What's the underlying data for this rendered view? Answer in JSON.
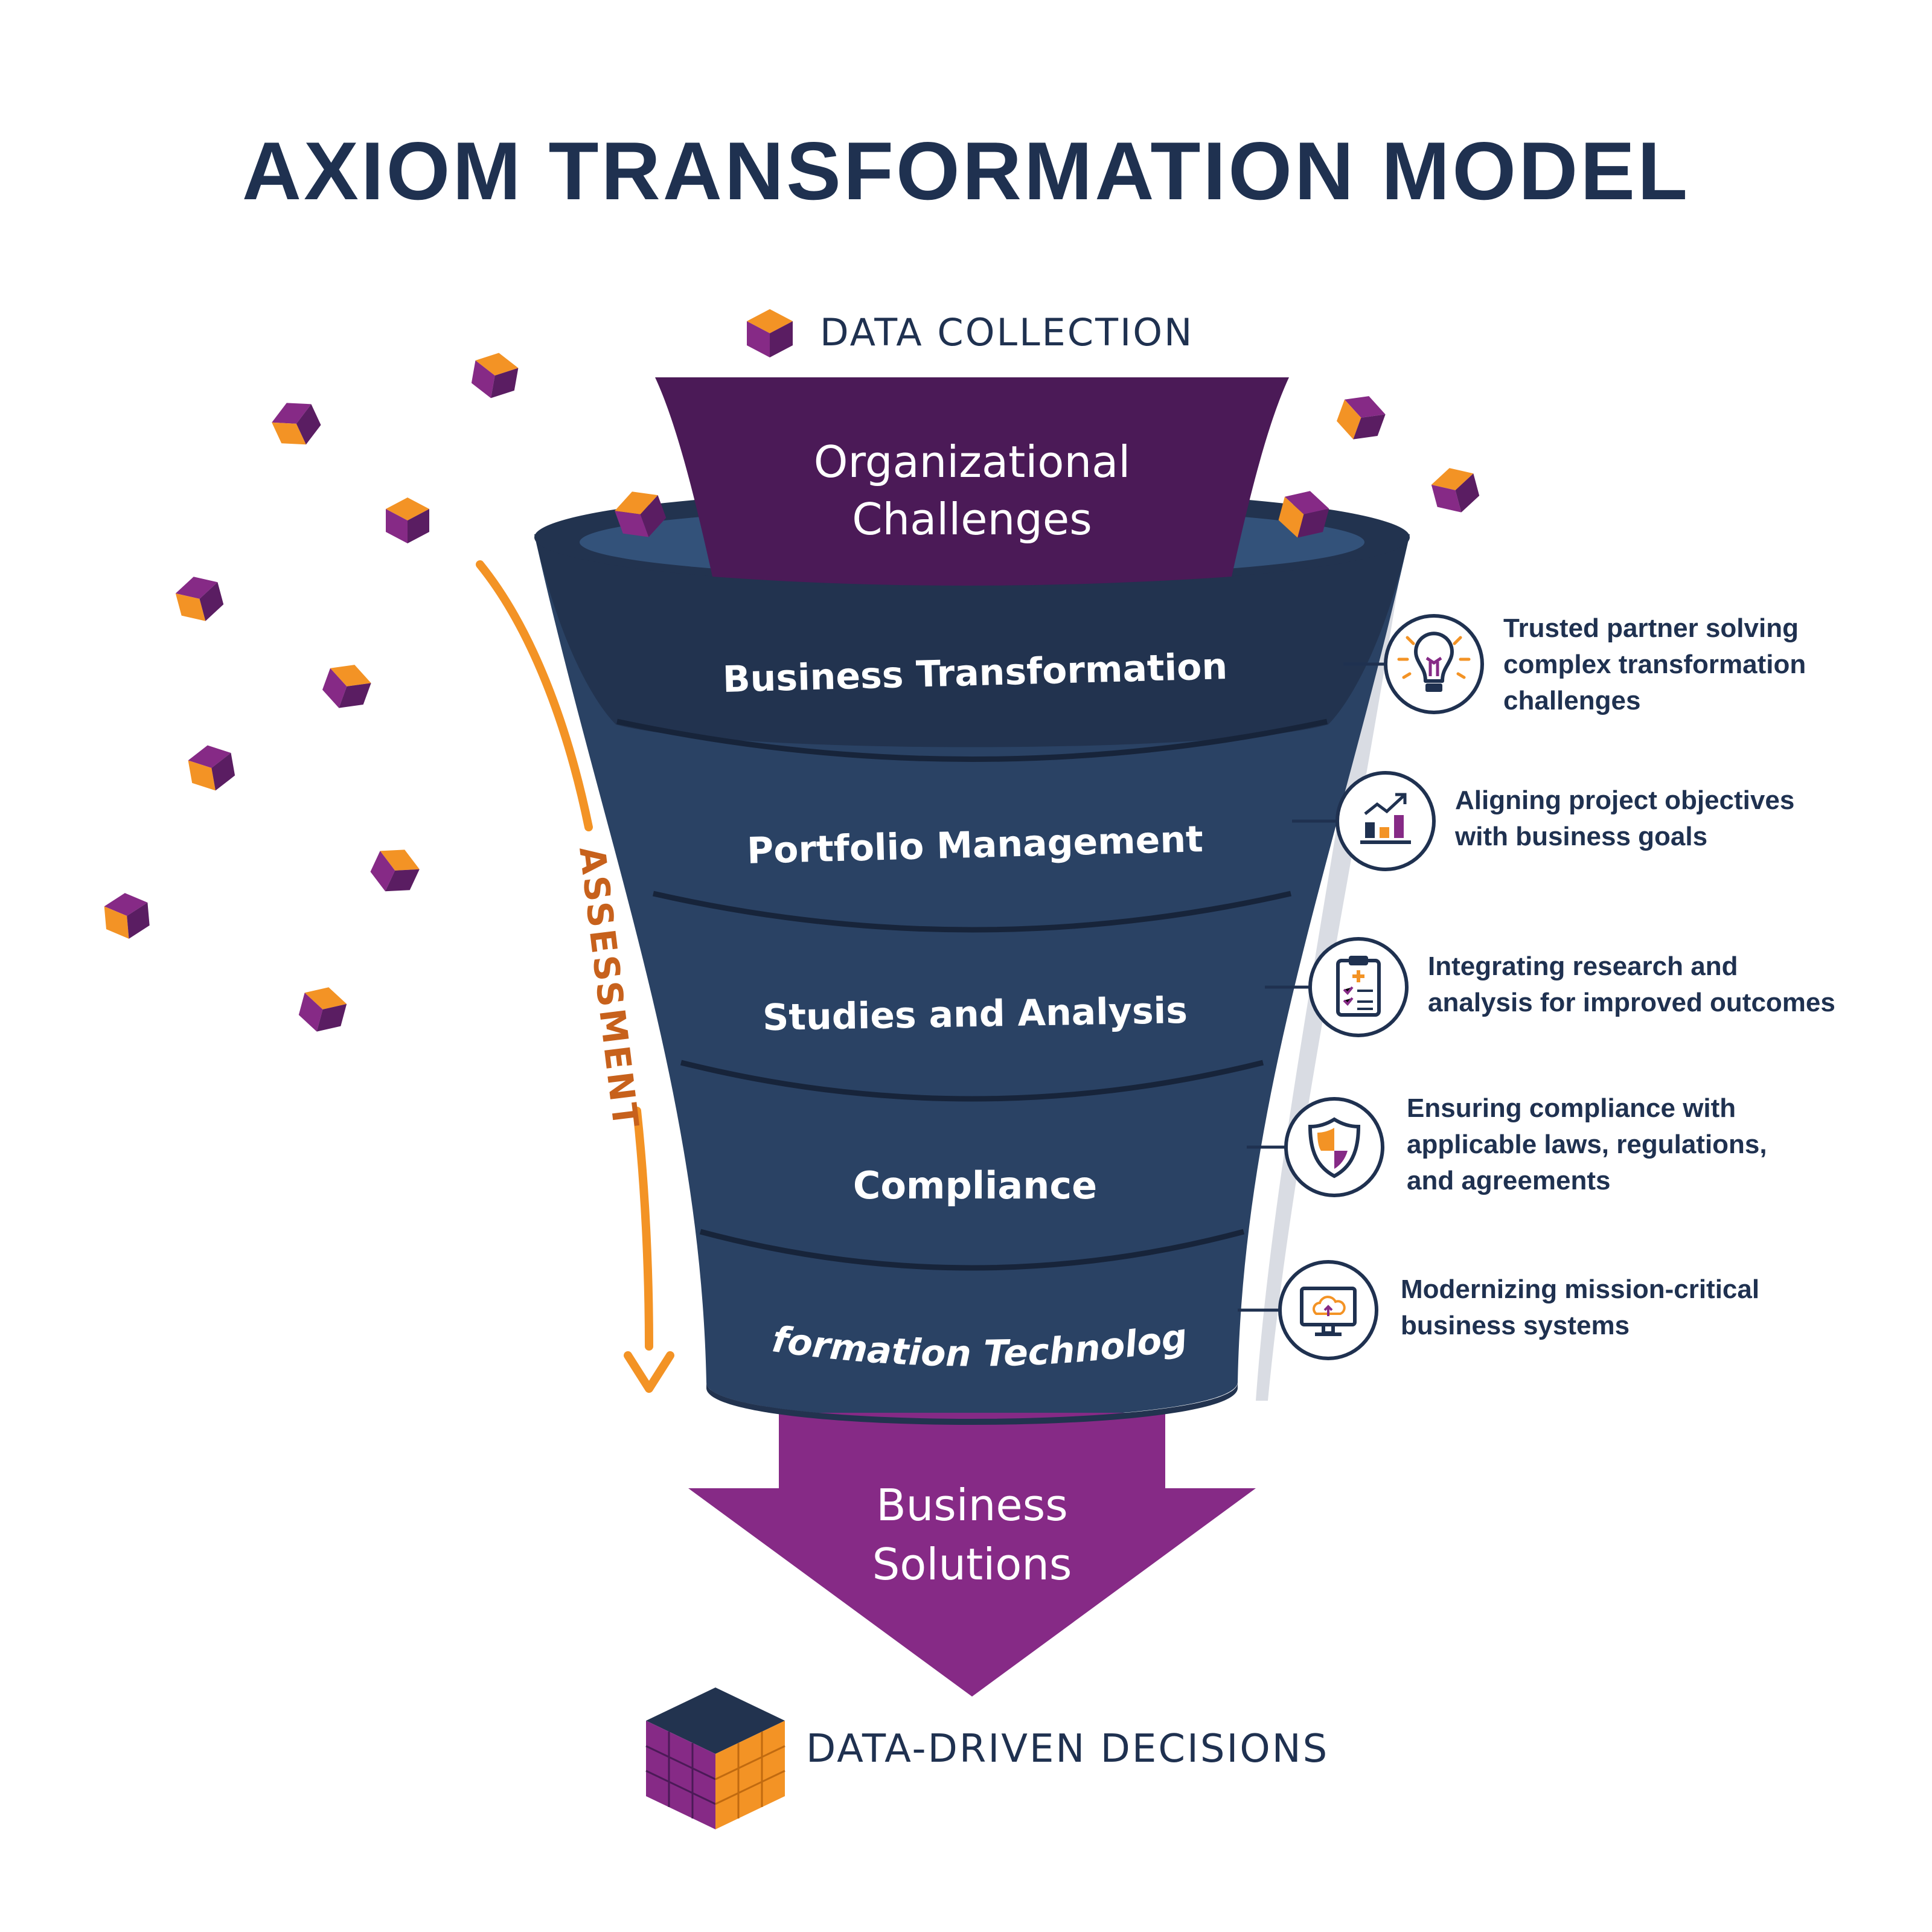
{
  "title": "AXIOM TRANSFORMATION MODEL",
  "top_label": "DATA COLLECTION",
  "funnel_top": {
    "line1": "Organizational",
    "line2": "Challenges"
  },
  "stages": [
    {
      "label": "Business Transformation",
      "icon": "lightbulb-icon",
      "description": [
        "Trusted partner solving",
        "complex transformation",
        "challenges"
      ]
    },
    {
      "label": "Portfolio Management",
      "icon": "bar-chart-icon",
      "description": [
        "Aligning project objectives",
        "with business goals"
      ]
    },
    {
      "label": "Studies and Analysis",
      "icon": "clipboard-icon",
      "description": [
        "Integrating research and",
        "analysis for improved outcomes"
      ]
    },
    {
      "label": "Compliance",
      "icon": "shield-icon",
      "description": [
        "Ensuring compliance with",
        "applicable laws, regulations,",
        "and agreements"
      ]
    },
    {
      "label": "Information Technology",
      "icon": "monitor-cloud-icon",
      "description": [
        "Modernizing mission-critical",
        "business systems"
      ]
    }
  ],
  "side_label": "ASSESSMENT",
  "output": {
    "line1": "Business",
    "line2": "Solutions"
  },
  "bottom_label": "DATA-DRIVEN DECISIONS",
  "colors": {
    "navy": "#1f3150",
    "funnel_dark": "#22334f",
    "funnel": "#2a4264",
    "purple_dark": "#4b1a57",
    "purple": "#862a86",
    "orange": "#f39325"
  }
}
